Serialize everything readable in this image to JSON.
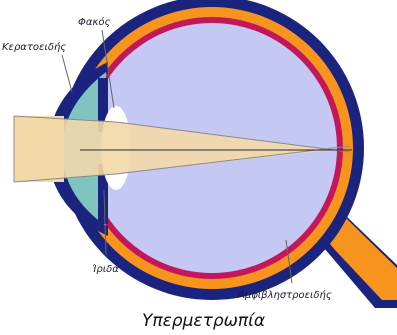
{
  "labels": {
    "lens": "Φακός",
    "cornea": "Κερατοειδής",
    "iris": "Ίριδα",
    "retina": "Αμφιβληστροειδής"
  },
  "caption": "Υπερμετρωπία",
  "colors": {
    "sclera_outer": "#1a237e",
    "choroid": "#f7941d",
    "retina_band": "#c2185b",
    "vitreous": "#c5c8f2",
    "cornea_fill": "#7fc4bf",
    "lens_fill": "#ffffff",
    "light_beam": "#f3d8a8",
    "beam_edge": "#8a8a8a"
  }
}
